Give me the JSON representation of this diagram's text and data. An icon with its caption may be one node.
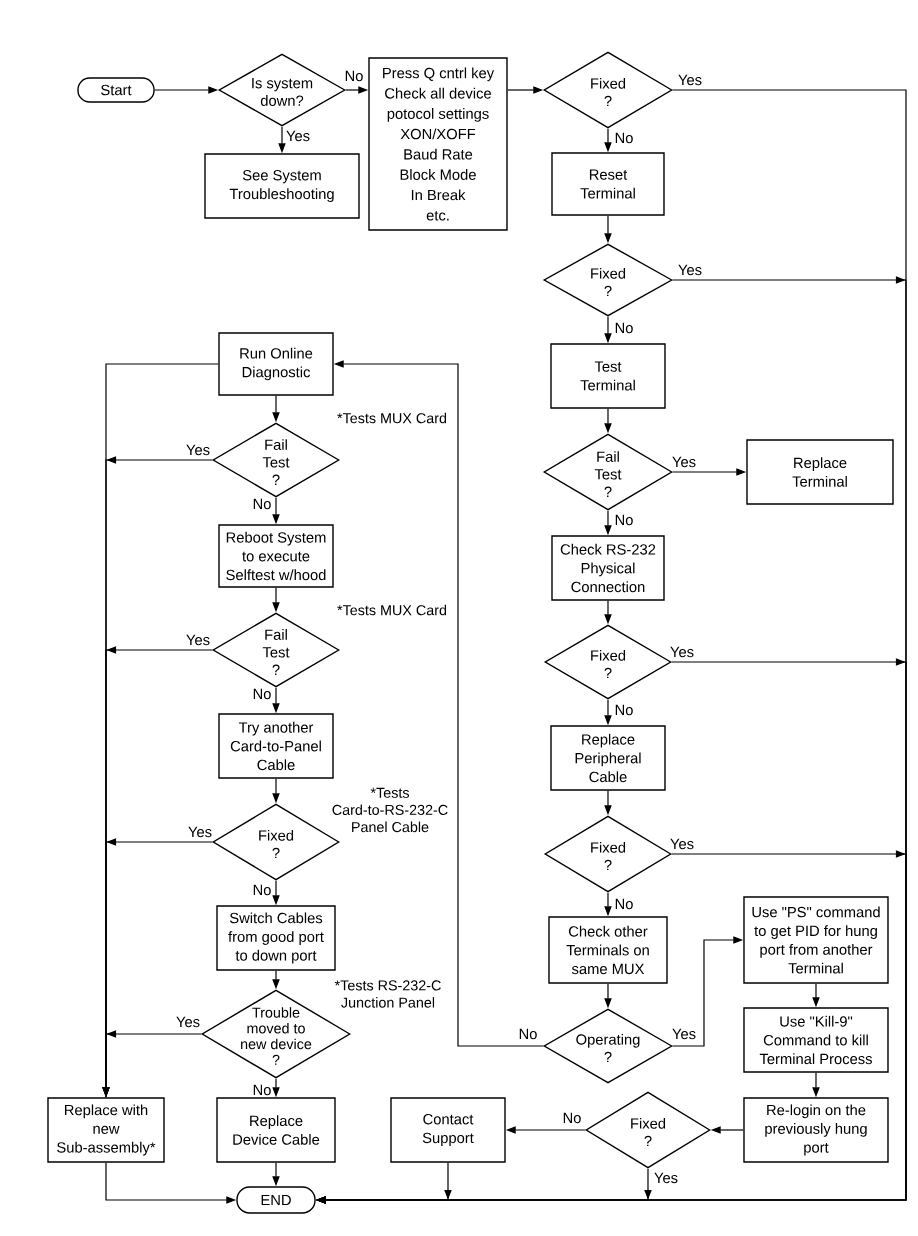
{
  "diagram": {
    "nodes": [
      {
        "text": [
          "Start"
        ]
      },
      {
        "text": [
          "Is system down?"
        ]
      },
      {
        "text": [
          "See System Troubleshooting"
        ]
      },
      {
        "text": [
          "Press Q cntrl key",
          "Check all device potocol settings",
          "XON/XOFF",
          "Baud Rate",
          "Block Mode",
          "In Break",
          "etc."
        ]
      },
      {
        "text": [
          "Fixed ?"
        ]
      },
      {
        "text": [
          "Reset Terminal"
        ]
      },
      {
        "text": [
          "Fixed ?"
        ]
      },
      {
        "text": [
          "Test Terminal"
        ]
      },
      {
        "text": [
          "Fail Test ?"
        ]
      },
      {
        "text": [
          "Replace Terminal"
        ]
      },
      {
        "text": [
          "Check RS-232 Physical Connection"
        ]
      },
      {
        "text": [
          "Fixed ?"
        ]
      },
      {
        "text": [
          "Replace Peripheral Cable"
        ]
      },
      {
        "text": [
          "Fixed ?"
        ]
      },
      {
        "text": [
          "Check other Terminals on same MUX"
        ]
      },
      {
        "text": [
          "Operating ?"
        ]
      },
      {
        "text": [
          "Use \"PS\" command to get PID for hung port from another Terminal"
        ]
      },
      {
        "text": [
          "Use \"Kill-9\" Command to kill Terminal Process"
        ]
      },
      {
        "text": [
          "Re-login on the previously hung port"
        ]
      },
      {
        "text": [
          "Fixed ?"
        ]
      },
      {
        "text": [
          "Contact Support"
        ]
      },
      {
        "text": [
          "Run Online Diagnostic"
        ]
      },
      {
        "text": [
          "Fail Test ?"
        ]
      },
      {
        "text": [
          "Reboot System to execute Selftest w/hood"
        ]
      },
      {
        "text": [
          "Fail Test ?"
        ]
      },
      {
        "text": [
          "Try another Card-to-Panel Cable"
        ]
      },
      {
        "text": [
          "Fixed ?"
        ]
      },
      {
        "text": [
          "Switch Cables from good port to down port"
        ]
      },
      {
        "text": [
          "Trouble moved to new device ?"
        ]
      },
      {
        "text": [
          "Replace Device Cable"
        ]
      },
      {
        "text": [
          "Replace with new Sub-assembly*"
        ]
      },
      {
        "text": [
          "END"
        ]
      }
    ],
    "edges": [
      {
        "from": 0,
        "to": 1,
        "arrow": "to"
      },
      {
        "from": 1,
        "to": 3,
        "arrow": "to",
        "label": "No"
      },
      {
        "from": 1,
        "to": 2,
        "arrow": "to",
        "label": "Yes"
      },
      {
        "from": 3,
        "to": 4,
        "arrow": "to"
      },
      {
        "from": 4,
        "to": 31,
        "arrow": "to",
        "label": "Yes"
      },
      {
        "from": 4,
        "to": 5,
        "arrow": "to",
        "label": "No"
      },
      {
        "from": 5,
        "to": 6,
        "arrow": "to"
      },
      {
        "from": 6,
        "to": 31,
        "arrow": "to",
        "label": "Yes"
      },
      {
        "from": 6,
        "to": 7,
        "arrow": "to",
        "label": "No"
      },
      {
        "from": 7,
        "to": 8,
        "arrow": "to"
      },
      {
        "from": 8,
        "to": 9,
        "arrow": "to",
        "label": "Yes"
      },
      {
        "from": 8,
        "to": 10,
        "arrow": "to",
        "label": "No"
      },
      {
        "from": 10,
        "to": 11,
        "arrow": "to"
      },
      {
        "from": 11,
        "to": 31,
        "arrow": "to",
        "label": "Yes"
      },
      {
        "from": 11,
        "to": 12,
        "arrow": "to",
        "label": "No"
      },
      {
        "from": 12,
        "to": 13,
        "arrow": "to"
      },
      {
        "from": 13,
        "to": 31,
        "arrow": "to",
        "label": "Yes"
      },
      {
        "from": 13,
        "to": 14,
        "arrow": "to",
        "label": "No"
      },
      {
        "from": 14,
        "to": 15,
        "arrow": "to"
      },
      {
        "from": 15,
        "to": 16,
        "arrow": "to",
        "label": "Yes"
      },
      {
        "from": 15,
        "to": 21,
        "arrow": "to",
        "label": "No"
      },
      {
        "from": 16,
        "to": 17,
        "arrow": "to"
      },
      {
        "from": 17,
        "to": 18,
        "arrow": "to"
      },
      {
        "from": 18,
        "to": 19,
        "arrow": "to"
      },
      {
        "from": 19,
        "to": 20,
        "arrow": "to",
        "label": "No"
      },
      {
        "from": 19,
        "to": 31,
        "arrow": "to",
        "label": "Yes"
      },
      {
        "from": 20,
        "to": 31,
        "arrow": "to"
      },
      {
        "from": 21,
        "to": 22,
        "arrow": "to"
      },
      {
        "from": 22,
        "to": 30,
        "arrow": "to",
        "label": "Yes"
      },
      {
        "from": 22,
        "to": 23,
        "arrow": "to",
        "label": "No"
      },
      {
        "from": 23,
        "to": 24,
        "arrow": "to"
      },
      {
        "from": 24,
        "to": 30,
        "arrow": "to",
        "label": "Yes"
      },
      {
        "from": 24,
        "to": 25,
        "arrow": "to",
        "label": "No"
      },
      {
        "from": 25,
        "to": 26,
        "arrow": "to"
      },
      {
        "from": 26,
        "to": 30,
        "arrow": "to",
        "label": "Yes"
      },
      {
        "from": 26,
        "to": 27,
        "arrow": "to",
        "label": "No"
      },
      {
        "from": 27,
        "to": 28,
        "arrow": "to"
      },
      {
        "from": 28,
        "to": 30,
        "arrow": "to",
        "label": "Yes"
      },
      {
        "from": 28,
        "to": 29,
        "arrow": "to",
        "label": "No"
      },
      {
        "from": 29,
        "to": 31,
        "arrow": "to"
      },
      {
        "from": 21,
        "to": 30,
        "arrow": "none"
      },
      {
        "from": 30,
        "to": 31,
        "arrow": "to"
      }
    ],
    "labels": [
      "*Tests MUX Card",
      "*Tests MUX Card",
      "*Tests Card-to-RS-232-C Panel Cable",
      "*Tests RS-232-C Junction Panel"
    ]
  }
}
